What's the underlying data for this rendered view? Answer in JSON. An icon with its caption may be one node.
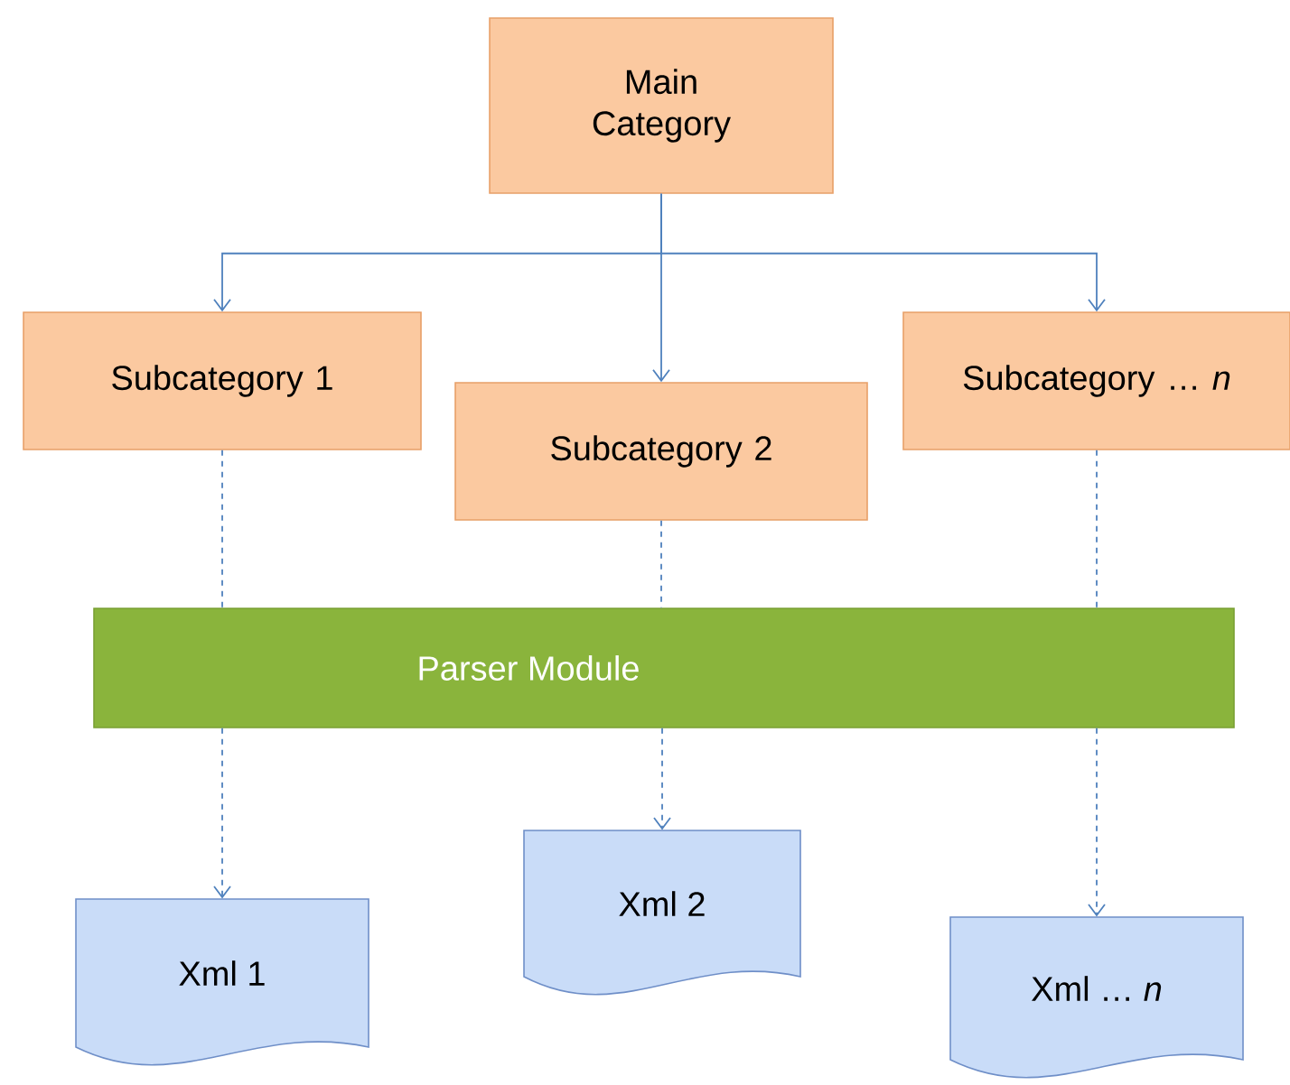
{
  "diagram": {
    "nodes": [
      {
        "text": [
          "Main Category"
        ]
      },
      {
        "text": [
          "Subcategory 1"
        ]
      },
      {
        "text": [
          "Subcategory 2"
        ]
      },
      {
        "text": [
          "Subcategory … *n*"
        ]
      },
      {
        "text": [
          "Parser Module"
        ]
      },
      {
        "text": [
          "Xml 1"
        ]
      },
      {
        "text": [
          "Xml 2"
        ]
      },
      {
        "text": [
          "Xml … *n*"
        ]
      }
    ],
    "edges": [
      {
        "from": 0,
        "to": 1,
        "arrow": "to"
      },
      {
        "from": 0,
        "to": 2,
        "arrow": "to"
      },
      {
        "from": 0,
        "to": 3,
        "arrow": "to"
      },
      {
        "from": 1,
        "to": 4,
        "arrow": "none",
        "style": "dashed"
      },
      {
        "from": 2,
        "to": 4,
        "arrow": "none",
        "style": "dashed"
      },
      {
        "from": 3,
        "to": 4,
        "arrow": "none",
        "style": "dashed"
      },
      {
        "from": 4,
        "to": 5,
        "arrow": "to",
        "style": "dashed"
      },
      {
        "from": 4,
        "to": 6,
        "arrow": "to",
        "style": "dashed"
      },
      {
        "from": 4,
        "to": 7,
        "arrow": "to",
        "style": "dashed"
      }
    ]
  }
}
